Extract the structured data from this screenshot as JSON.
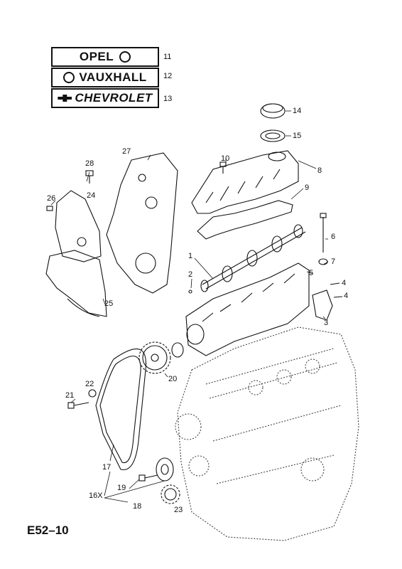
{
  "brands": [
    {
      "name": "OPEL",
      "number": "11"
    },
    {
      "name": "VAUXHALL",
      "number": "12"
    },
    {
      "name": "CHEVROLET",
      "number": "13"
    }
  ],
  "callouts": {
    "c1": "1",
    "c2": "2",
    "c3": "3",
    "c4a": "4",
    "c4b": "4",
    "c5": "5",
    "c6": "6",
    "c7": "7",
    "c8": "8",
    "c9": "9",
    "c10": "10",
    "c14": "14",
    "c15": "15",
    "c16x": "16X",
    "c17": "17",
    "c18": "18",
    "c19": "19",
    "c20": "20",
    "c21": "21",
    "c22": "22",
    "c23": "23",
    "c24": "24",
    "c25": "25",
    "c26": "26",
    "c27": "27",
    "c28": "28"
  },
  "page_code": "E52–10"
}
